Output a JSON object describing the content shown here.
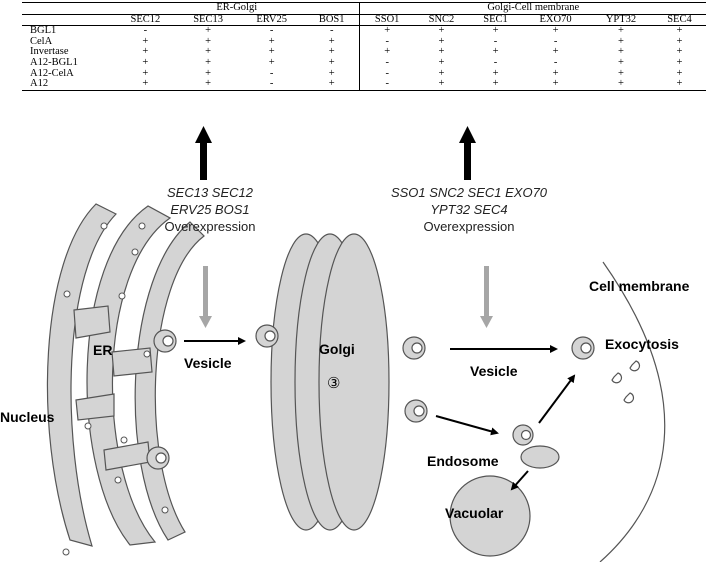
{
  "table": {
    "group_headers": [
      "ER-Golgi",
      "Golgi-Cell membrane"
    ],
    "columns": [
      "SEC12",
      "SEC13",
      "ERV25",
      "BOS1",
      "SSO1",
      "SNC2",
      "SEC1",
      "EXO70",
      "YPT32",
      "SEC4"
    ],
    "rows": [
      {
        "label": "BGL1",
        "values": [
          "-",
          "+",
          "-",
          "-",
          "+",
          "+",
          "+",
          "+",
          "+",
          "+"
        ]
      },
      {
        "label": "CelA",
        "values": [
          "+",
          "+",
          "+",
          "+",
          "-",
          "+",
          "-",
          "-",
          "+",
          "+"
        ]
      },
      {
        "label": "Invertase",
        "values": [
          "+",
          "+",
          "+",
          "+",
          "+",
          "+",
          "+",
          "+",
          "+",
          "+"
        ]
      },
      {
        "label": "A12-BGL1",
        "values": [
          "+",
          "+",
          "+",
          "+",
          "-",
          "+",
          "-",
          "-",
          "+",
          "+"
        ]
      },
      {
        "label": "A12-CelA",
        "values": [
          "+",
          "+",
          "-",
          "+",
          "-",
          "+",
          "+",
          "+",
          "+",
          "+"
        ]
      },
      {
        "label": "A12",
        "values": [
          "+",
          "+",
          "-",
          "+",
          "-",
          "+",
          "+",
          "+",
          "+",
          "+"
        ]
      }
    ]
  },
  "left_genes": {
    "line1": "SEC13  SEC12",
    "line2": "ERV25  BOS1",
    "line3": "Overexpression"
  },
  "right_genes": {
    "line1": "SSO1  SNC2  SEC1  EXO70",
    "line2": "YPT32  SEC4",
    "line3": "Overexpression"
  },
  "labels": {
    "er": "ER",
    "nucleus": "Nucleus",
    "vesicle_left": "Vesicle",
    "golgi": "Golgi",
    "golgi_mark": "③",
    "vesicle_right": "Vesicle",
    "endosome": "Endosome",
    "vacuolar": "Vacuolar",
    "cell_membrane": "Cell membrane",
    "exocytosis": "Exocytosis"
  },
  "colors": {
    "organelle_fill": "#d4d4d4",
    "outline": "#555555",
    "grey_arrow": "#a6a6a6",
    "black_arrow": "#000000"
  }
}
